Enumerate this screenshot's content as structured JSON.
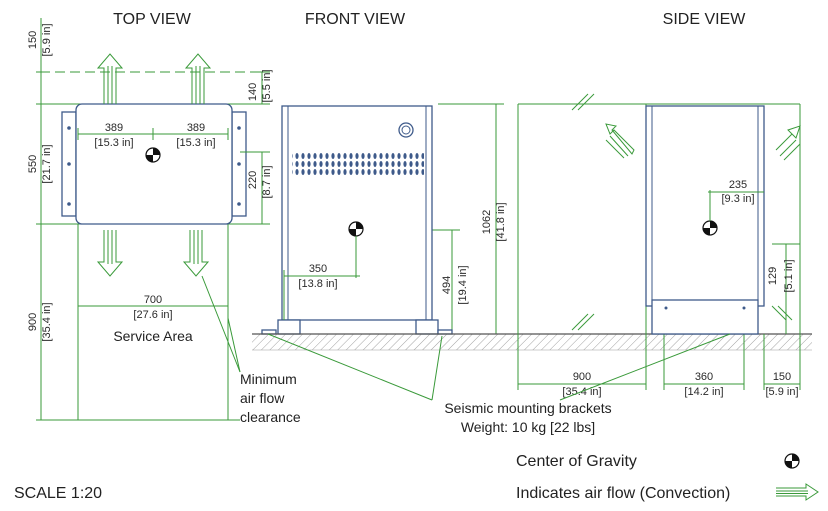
{
  "views": {
    "top": "TOP VIEW",
    "front": "FRONT VIEW",
    "side": "SIDE VIEW"
  },
  "top_view": {
    "d_top_150": "150",
    "d_top_150_in": "[5.9 in]",
    "d_550": "550",
    "d_550_in": "[21.7 in]",
    "d_900": "900",
    "d_900_in": "[35.4 in]",
    "d_389_left": "389",
    "d_389_left_in": "[15.3 in]",
    "d_389_right": "389",
    "d_389_right_in": "[15.3 in]",
    "d_140": "140",
    "d_140_in": "[5.5 in]",
    "d_220": "220",
    "d_220_in": "[8.7 in]",
    "d_700": "700",
    "d_700_in": "[27.6 in]",
    "service_area": "Service Area"
  },
  "front_view": {
    "d_350": "350",
    "d_350_in": "[13.8 in]",
    "d_494": "494",
    "d_494_in": "[19.4 in]",
    "d_1062": "1062",
    "d_1062_in": "[41.8 in]"
  },
  "side_view": {
    "d_235": "235",
    "d_235_in": "[9.3 in]",
    "d_129": "129",
    "d_129_in": "[5.1 in]",
    "d_900": "900",
    "d_900_in": "[35.4 in]",
    "d_360": "360",
    "d_360_in": "[14.2 in]",
    "d_150": "150",
    "d_150_in": "[5.9 in]"
  },
  "callouts": {
    "min_airflow_1": "Minimum",
    "min_airflow_2": "air flow",
    "min_airflow_3": "clearance",
    "seismic": "Seismic mounting brackets",
    "weight": "Weight: 10 kg [22 lbs]"
  },
  "legend": {
    "cog": "Center of Gravity",
    "airflow": "Indicates air flow (Convection)",
    "scale": "SCALE 1:20"
  },
  "colors": {
    "dimension": "#3a9a3a",
    "outline": "#3e5a8a"
  }
}
